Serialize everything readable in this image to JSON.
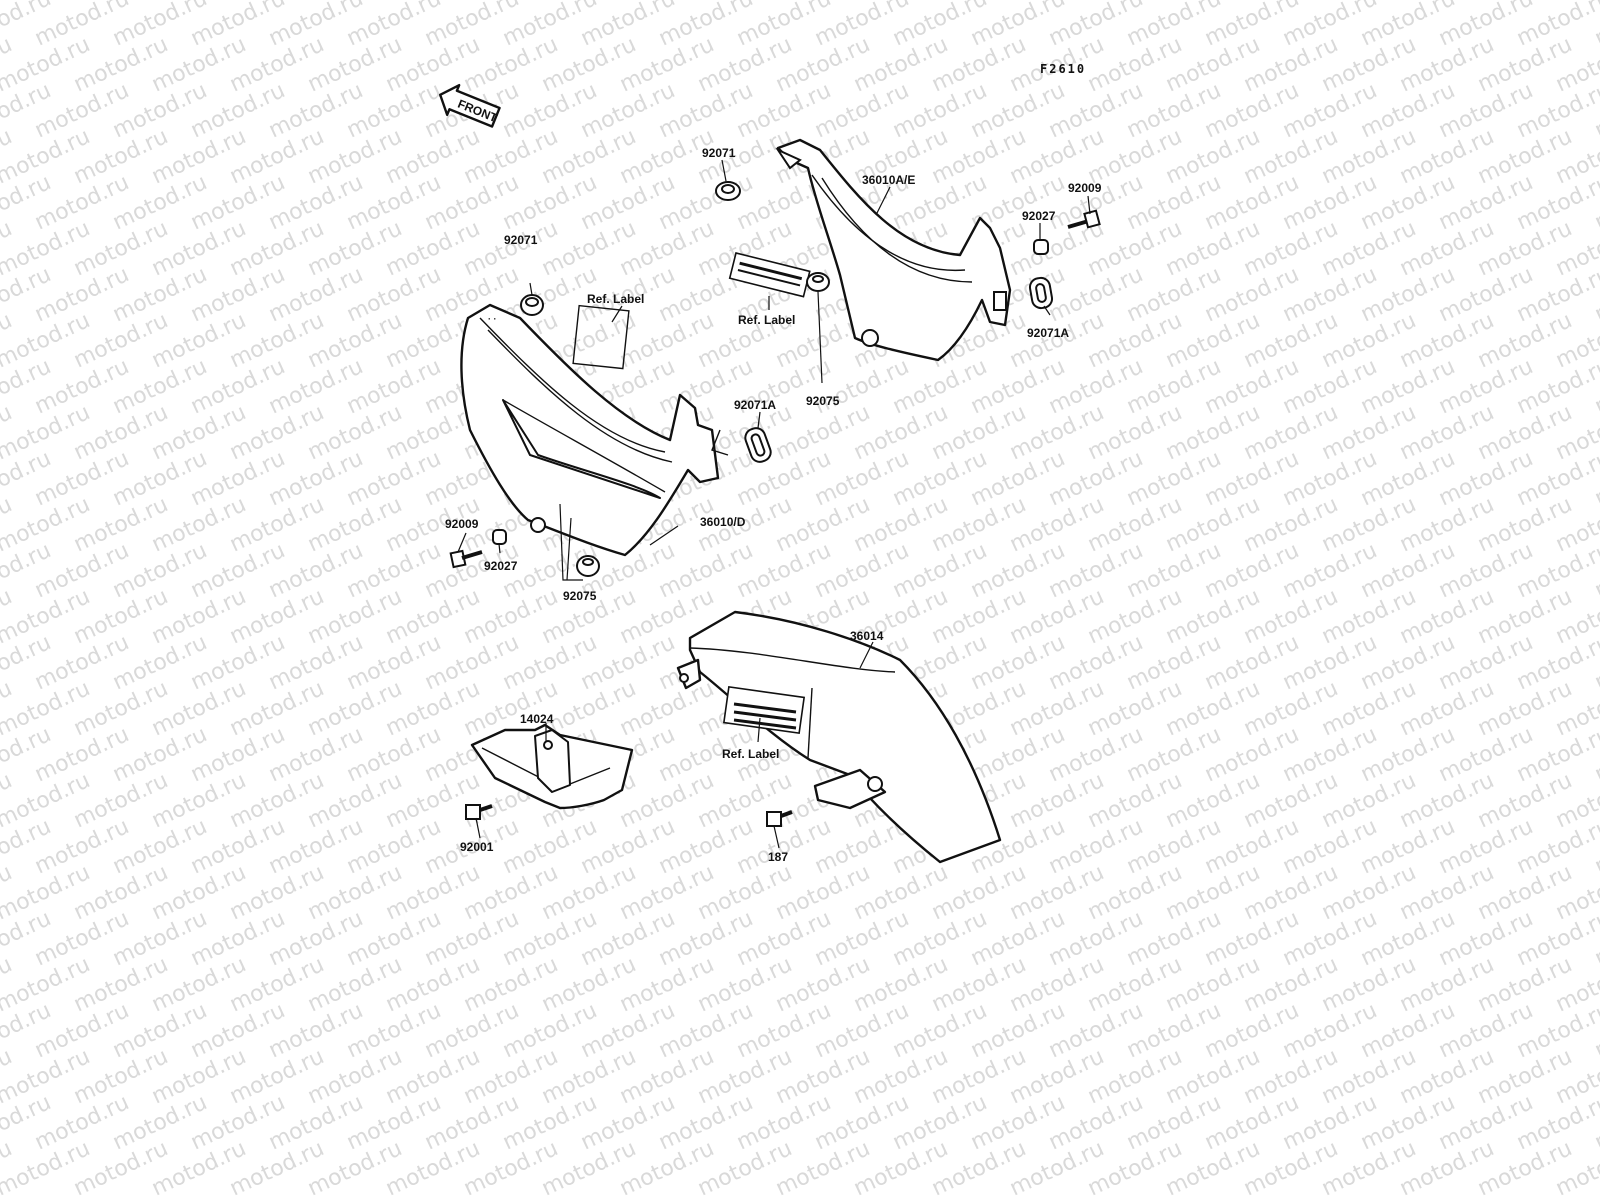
{
  "watermark": {
    "text": "motod.ru"
  },
  "diagram_code": "F2610",
  "front_arrow": {
    "label": "FRONT"
  },
  "callouts": {
    "c_92071_top": "92071",
    "c_36010AE": "36010A/E",
    "c_92009_right": "92009",
    "c_92027_right": "92027",
    "c_92071A_right": "92071A",
    "c_ref_label_mid": "Ref. Label",
    "c_92075_mid": "92075",
    "c_92071A_mid": "92071A",
    "c_92071_left": "92071",
    "c_ref_label_left": "Ref. Label",
    "c_36010D": "36010/D",
    "c_92009_left": "92009",
    "c_92027_left": "92027",
    "c_92075_left": "92075",
    "c_36014": "36014",
    "c_14024": "14024",
    "c_ref_label_chain": "Ref. Label",
    "c_92001": "92001",
    "c_187": "187"
  }
}
